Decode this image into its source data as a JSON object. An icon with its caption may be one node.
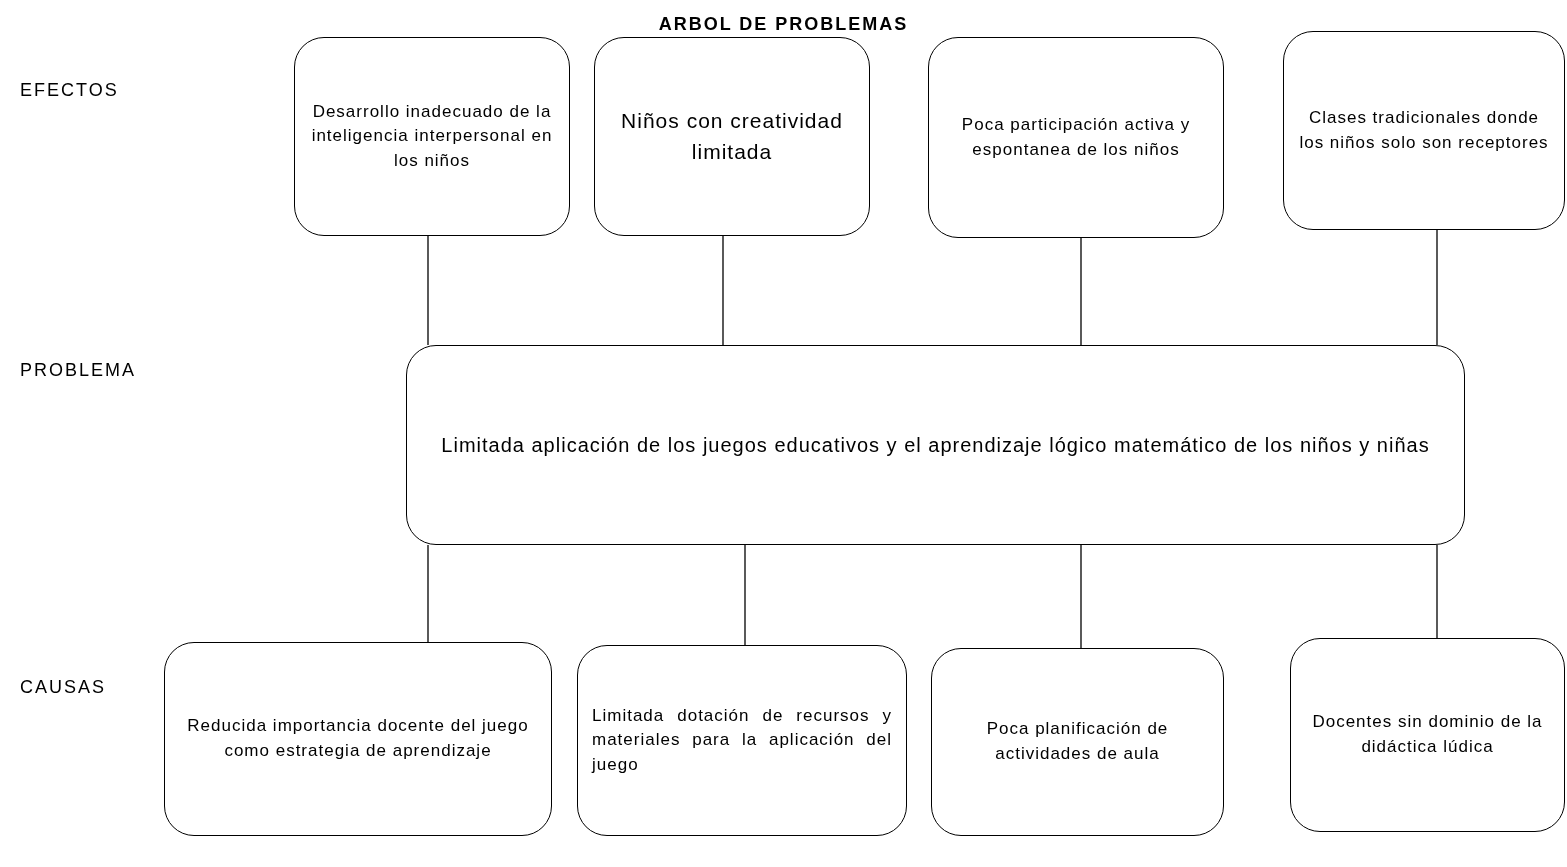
{
  "diagram": {
    "title": "ARBOL DE PROBLEMAS",
    "nodes": [
      {
        "text": [
          "Desarrollo inadecuado de la inteligencia interpersonal en los niños"
        ]
      },
      {
        "text": [
          "Niños con creatividad limitada"
        ]
      },
      {
        "text": [
          "Poca participación activa y espontanea de los niños"
        ]
      },
      {
        "text": [
          "Clases tradicionales donde los niños solo son receptores"
        ]
      },
      {
        "text": [
          "Limitada aplicación  de los  juegos educativos y el aprendizaje lógico matemático de los niños y niñas"
        ]
      },
      {
        "text": [
          "Reducida importancia docente del juego como estrategia de aprendizaje"
        ]
      },
      {
        "text": [
          "Limitada dotación de recursos y materiales para la aplicación del juego"
        ]
      },
      {
        "text": [
          "Poca planificación de actividades de aula"
        ]
      },
      {
        "text": [
          "Docentes sin dominio de la didáctica lúdica"
        ]
      }
    ],
    "edges": [
      {
        "from": 0,
        "to": 4,
        "arrow": "none"
      },
      {
        "from": 1,
        "to": 4,
        "arrow": "none"
      },
      {
        "from": 2,
        "to": 4,
        "arrow": "none"
      },
      {
        "from": 3,
        "to": 4,
        "arrow": "none"
      },
      {
        "from": 4,
        "to": 5,
        "arrow": "none"
      },
      {
        "from": 4,
        "to": 6,
        "arrow": "none"
      },
      {
        "from": 4,
        "to": 7,
        "arrow": "none"
      },
      {
        "from": 4,
        "to": 8,
        "arrow": "none"
      }
    ],
    "labels": [
      "EFECTOS",
      "PROBLEMA",
      "CAUSAS"
    ]
  }
}
